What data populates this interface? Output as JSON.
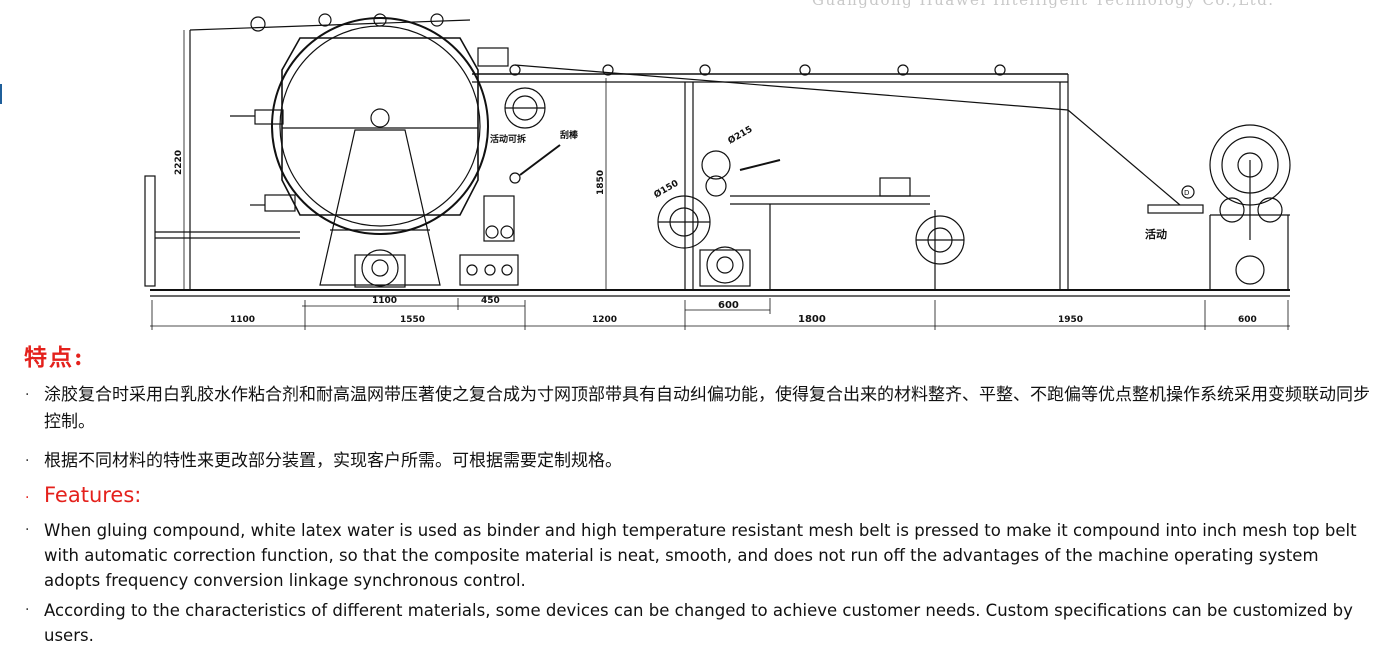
{
  "header": {
    "company": "Guangdong Huawei Intelligent Technology Co.,Ltd."
  },
  "drawing": {
    "dimensions_bottom": [
      "1100",
      "1550",
      "1200",
      "1800",
      "1950",
      "600"
    ],
    "dimensions_inner": [
      "1100",
      "450",
      "600"
    ],
    "heights": [
      "2220",
      "1850"
    ],
    "diameters": [
      "Ø215",
      "Ø150"
    ],
    "labels": [
      "活动可拆",
      "刮棒",
      "活动",
      "D"
    ]
  },
  "features_cn": {
    "heading": "特点:",
    "items": [
      "涂胶复合时采用白乳胶水作粘合剂和耐高温网带压著使之复合成为寸网顶部带具有自动纠偏功能，使得复合出来的材料整齐、平整、不跑偏等优点整机操作系统采用变频联动同步控制。",
      "根据不同材料的特性来更改部分装置，实现客户所需。可根据需要定制规格。"
    ]
  },
  "features_en": {
    "heading": "Features:",
    "items": [
      "When gluing compound, white latex water is used as binder and high temperature resistant mesh belt is pressed to make it compound into inch mesh top belt with automatic correction function, so that the composite material is neat, smooth, and does not run off the advantages of the machine operating system adopts frequency conversion linkage synchronous control.",
      "According to the characteristics of different materials, some devices can be changed to achieve customer needs. Custom specifications can be customized by users."
    ]
  },
  "bullet_char": "·"
}
